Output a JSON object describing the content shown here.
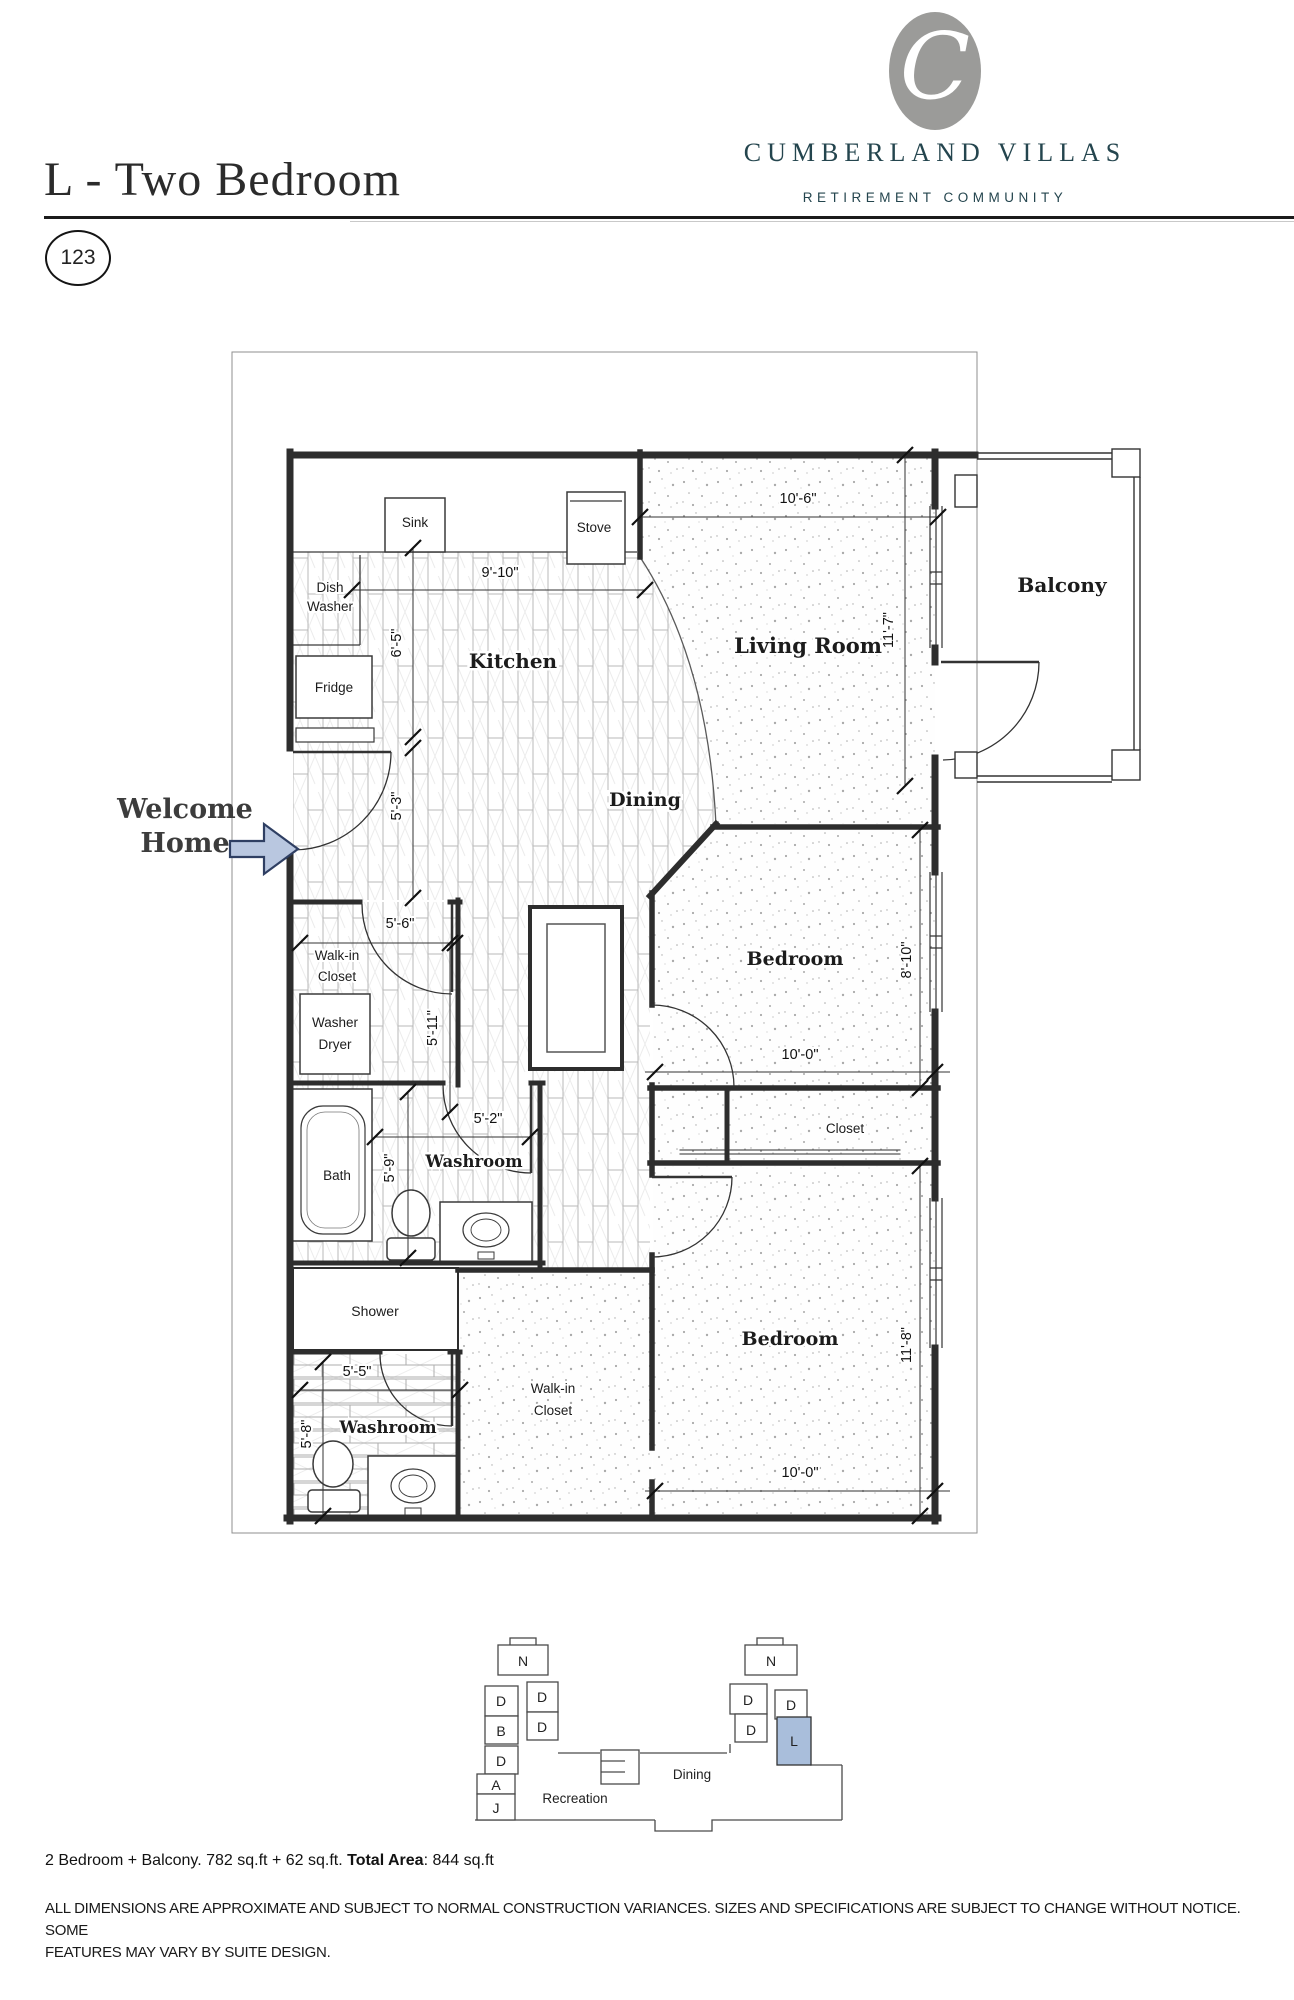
{
  "header": {
    "title": "L - Two Bedroom",
    "suite_number": "123",
    "brand": {
      "initial": "C",
      "name": "CUMBERLAND VILLAS",
      "tagline": "RETIREMENT COMMUNITY",
      "text_color": "#24454e",
      "logo_gray": "#9b9b99"
    }
  },
  "plan": {
    "entry": {
      "line1": "Welcome",
      "line2": "Home",
      "arrow_fill": "#b9c7e0"
    },
    "rooms": {
      "kitchen": {
        "label": "Kitchen"
      },
      "dining": {
        "label": "Dining"
      },
      "living_room": {
        "label": "Living Room"
      },
      "balcony": {
        "label": "Balcony"
      },
      "bedroom_1": {
        "label": "Bedroom"
      },
      "bedroom_2": {
        "label": "Bedroom"
      },
      "washroom_1": {
        "label": "Washroom"
      },
      "washroom_2": {
        "label": "Washroom"
      },
      "walk_in_closet_1": {
        "line1": "Walk-in",
        "line2": "Closet"
      },
      "walk_in_closet_2": {
        "line1": "Walk-in",
        "line2": "Closet"
      },
      "closet": {
        "label": "Closet"
      },
      "bath": {
        "label": "Bath"
      },
      "shower": {
        "label": "Shower"
      }
    },
    "fixtures": {
      "sink": {
        "label": "Sink"
      },
      "stove": {
        "label": "Stove"
      },
      "dish_washer": {
        "line1": "Dish",
        "line2": "Washer"
      },
      "fridge": {
        "label": "Fridge"
      },
      "washer_dryer": {
        "line1": "Washer",
        "line2": "Dryer"
      }
    },
    "dimensions": {
      "living_room_width": "10'-6\"",
      "kitchen_width": "9'-10\"",
      "kitchen_depth": "6'-5\"",
      "living_room_depth": "11'-7\"",
      "entry_depth": "5'-3\"",
      "closet1_width": "5'-6\"",
      "hall_depth": "5'-11\"",
      "bedroom1_depth": "8'-10\"",
      "bedroom1_width": "10'-0\"",
      "washroom1_width": "5'-2\"",
      "washroom1_depth": "5'-9\"",
      "washroom2_width": "5'-5\"",
      "washroom2_depth": "5'-8\"",
      "bedroom2_depth": "11'-8\"",
      "bedroom2_width": "10'-0\""
    }
  },
  "site_plan": {
    "highlighted_unit": "L",
    "highlight_color": "#a9bedb",
    "units": [
      {
        "label": "N"
      },
      {
        "label": "D"
      },
      {
        "label": "D"
      },
      {
        "label": "D"
      },
      {
        "label": "B"
      },
      {
        "label": "D"
      },
      {
        "label": "A"
      },
      {
        "label": "J"
      },
      {
        "label": "N"
      },
      {
        "label": "D"
      },
      {
        "label": "D"
      },
      {
        "label": "D"
      },
      {
        "label": "L"
      }
    ],
    "areas": [
      {
        "label": "Recreation"
      },
      {
        "label": "Dining"
      }
    ]
  },
  "footer": {
    "summary_prefix": "2 Bedroom + Balcony. 782 sq.ft + 62 sq.ft. ",
    "total_area_label": "Total Area",
    "total_area_suffix": ": 844 sq.ft",
    "disclaimer_line1": "ALL DIMENSIONS ARE APPROXIMATE AND SUBJECT TO NORMAL CONSTRUCTION VARIANCES. SIZES AND SPECIFICATIONS ARE SUBJECT TO CHANGE WITHOUT NOTICE. SOME",
    "disclaimer_line2": "FEATURES MAY VARY BY SUITE DESIGN."
  }
}
